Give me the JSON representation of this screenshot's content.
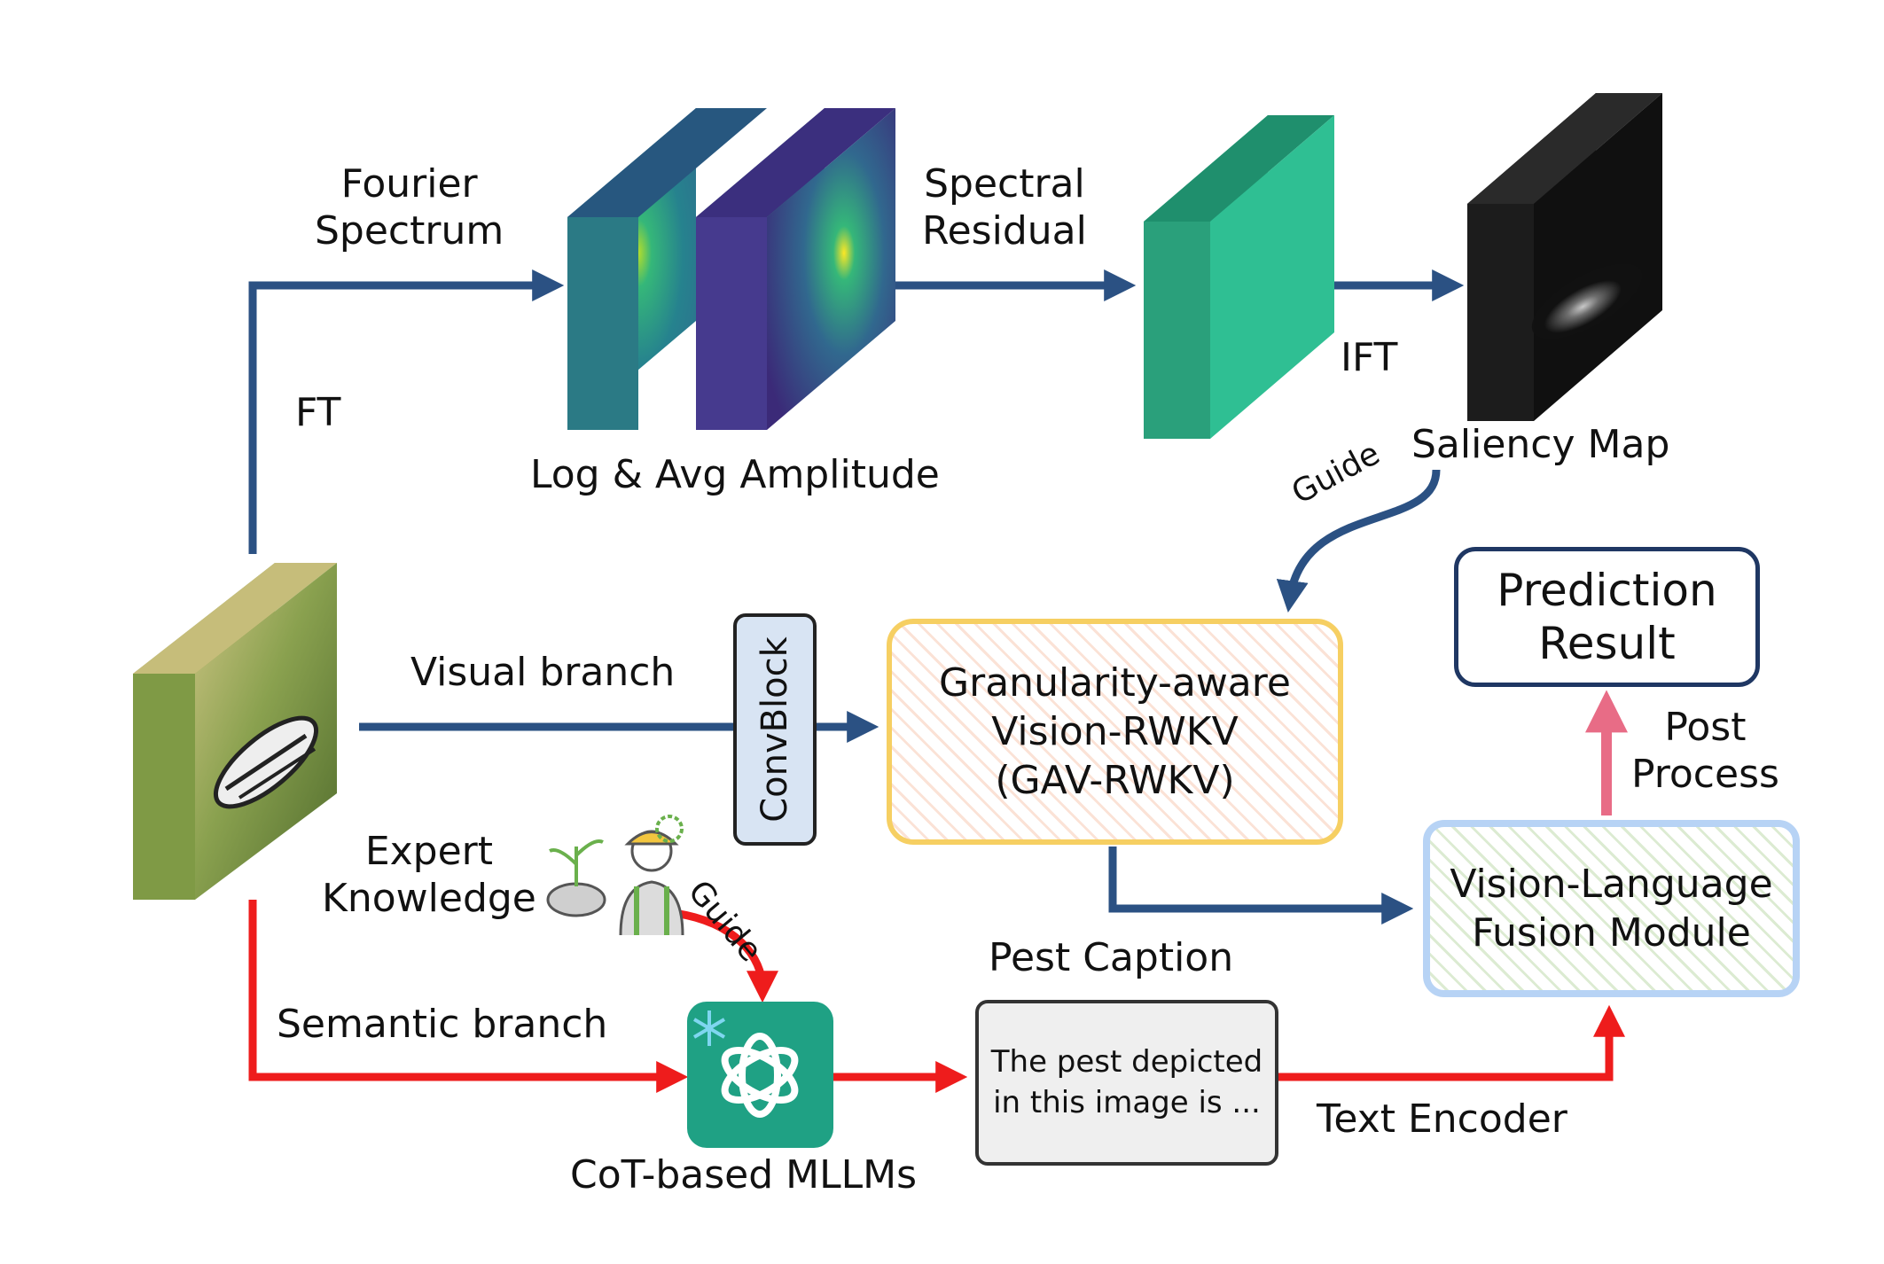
{
  "labels": {
    "fourier_spectrum": "Fourier\nSpectrum",
    "ft": "FT",
    "log_avg": "Log & Avg Amplitude",
    "spectral_residual": "Spectral\nResidual",
    "ift": "IFT",
    "saliency_map": "Saliency Map",
    "guide_top": "Guide",
    "visual_branch": "Visual branch",
    "conv_block": "ConvBlock",
    "gav_rwkv": "Granularity-aware\nVision-RWKV\n(GAV-RWKV)",
    "prediction_result": "Prediction\nResult",
    "post_process": "Post\nProcess",
    "vl_fusion": "Vision-Language\nFusion Module",
    "expert_knowledge": "Expert\nKnowledge",
    "guide_bottom": "Guide",
    "semantic_branch": "Semantic branch",
    "pest_caption": "Pest Caption",
    "caption_text": "The pest depicted\nin this image is ...",
    "text_encoder": "Text Encoder",
    "cot_mllms": "CoT-based MLLMs"
  },
  "icons": [
    "snowflake-icon",
    "openai-logo-icon",
    "expert-farmer-icon",
    "butterfly-photo"
  ],
  "colors": {
    "visual_arrow": "#2b5183",
    "semantic_arrow": "#ee1c1c",
    "post_process_arrow": "#e86c86",
    "gav_border": "#f6cf62",
    "fusion_border": "#b7d3f5",
    "prediction_border": "#1f3763",
    "mllm_green": "#1fa184"
  }
}
